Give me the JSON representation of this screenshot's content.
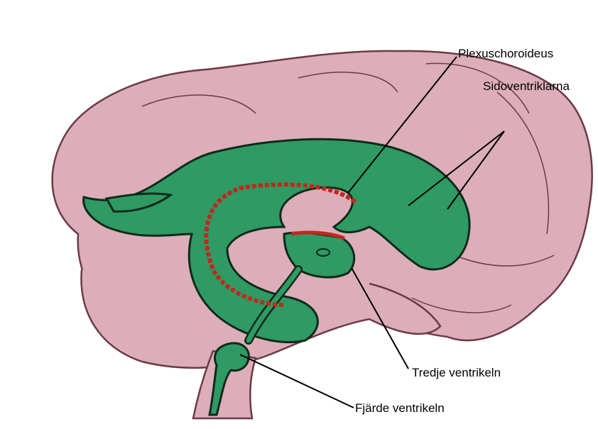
{
  "labels": {
    "plexus": "Plexuschoroideus",
    "lateral": "Sidoventriklarna",
    "third": "Tredje ventrikeln",
    "fourth": "Fjärde ventrikeln"
  },
  "colors": {
    "brain_fill": "#dcaeba",
    "brain_outline": "#6a3a46",
    "ventricle_fill": "#2f9a63",
    "ventricle_outline": "#0e2a1a",
    "plexus": "#c0281e",
    "leader": "#000000"
  }
}
